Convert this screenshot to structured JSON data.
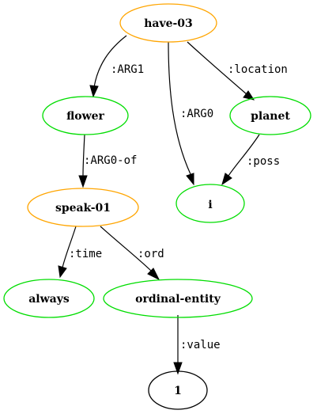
{
  "graph": {
    "nodes": {
      "have03": {
        "label": "have-03",
        "color": "#FFA500"
      },
      "flower": {
        "label": "flower",
        "color": "#00DD00"
      },
      "planet": {
        "label": "planet",
        "color": "#00DD00"
      },
      "speak01": {
        "label": "speak-01",
        "color": "#FFA500"
      },
      "i": {
        "label": "i",
        "color": "#00DD00"
      },
      "always": {
        "label": "always",
        "color": "#00DD00"
      },
      "ordinal": {
        "label": "ordinal-entity",
        "color": "#00DD00"
      },
      "one": {
        "label": "1",
        "color": "#000000"
      }
    },
    "edges": {
      "arg1": ":ARG1",
      "arg0": ":ARG0",
      "location": ":location",
      "arg0of": ":ARG0-of",
      "poss": ":poss",
      "time": ":time",
      "ord": ":ord",
      "value": ":value"
    }
  }
}
